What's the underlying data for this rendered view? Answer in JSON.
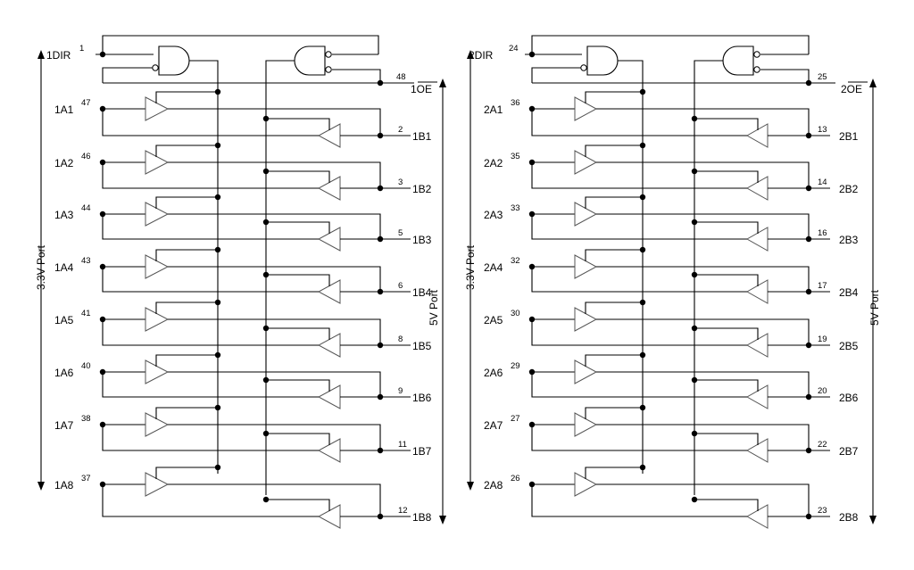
{
  "figure": {
    "sections": [
      {
        "dir_label": "1DIR",
        "dir_pin": "1",
        "oe_label": "1OE",
        "oe_pin": "48",
        "left_port_label": "3.3V Port",
        "right_port_label": "5V Port",
        "channels": [
          {
            "a_label": "1A1",
            "a_pin": "47",
            "b_label": "1B1",
            "b_pin": "2"
          },
          {
            "a_label": "1A2",
            "a_pin": "46",
            "b_label": "1B2",
            "b_pin": "3"
          },
          {
            "a_label": "1A3",
            "a_pin": "44",
            "b_label": "1B3",
            "b_pin": "5"
          },
          {
            "a_label": "1A4",
            "a_pin": "43",
            "b_label": "1B4",
            "b_pin": "6"
          },
          {
            "a_label": "1A5",
            "a_pin": "41",
            "b_label": "1B5",
            "b_pin": "8"
          },
          {
            "a_label": "1A6",
            "a_pin": "40",
            "b_label": "1B6",
            "b_pin": "9"
          },
          {
            "a_label": "1A7",
            "a_pin": "38",
            "b_label": "1B7",
            "b_pin": "11"
          },
          {
            "a_label": "1A8",
            "a_pin": "37",
            "b_label": "1B8",
            "b_pin": "12"
          }
        ]
      },
      {
        "dir_label": "2DIR",
        "dir_pin": "24",
        "oe_label": "2OE",
        "oe_pin": "25",
        "left_port_label": "3.3V Port",
        "right_port_label": "5V Port",
        "channels": [
          {
            "a_label": "2A1",
            "a_pin": "36",
            "b_label": "2B1",
            "b_pin": "13"
          },
          {
            "a_label": "2A2",
            "a_pin": "35",
            "b_label": "2B2",
            "b_pin": "14"
          },
          {
            "a_label": "2A3",
            "a_pin": "33",
            "b_label": "2B3",
            "b_pin": "16"
          },
          {
            "a_label": "2A4",
            "a_pin": "32",
            "b_label": "2B4",
            "b_pin": "17"
          },
          {
            "a_label": "2A5",
            "a_pin": "30",
            "b_label": "2B5",
            "b_pin": "19"
          },
          {
            "a_label": "2A6",
            "a_pin": "29",
            "b_label": "2B6",
            "b_pin": "20"
          },
          {
            "a_label": "2A7",
            "a_pin": "27",
            "b_label": "2B7",
            "b_pin": "22"
          },
          {
            "a_label": "2A8",
            "a_pin": "26",
            "b_label": "2B8",
            "b_pin": "23"
          }
        ]
      }
    ]
  }
}
